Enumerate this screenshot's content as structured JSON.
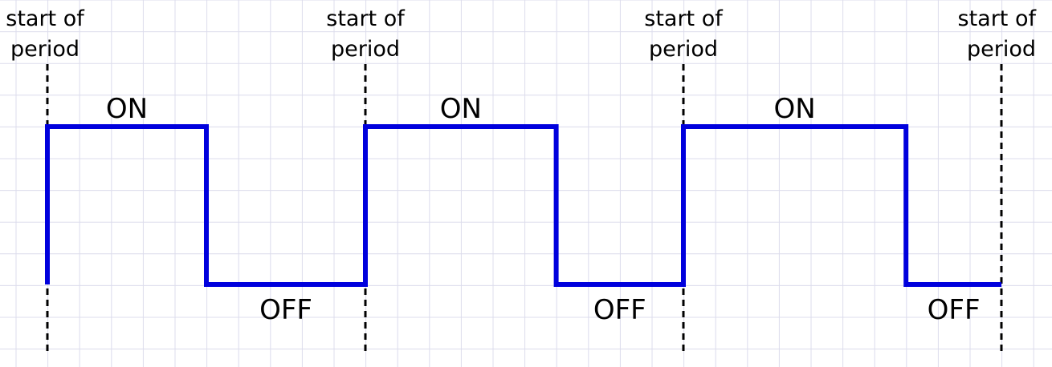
{
  "colors": {
    "waveform": "#0000dd",
    "grid": "#dcdcec",
    "marker": "#000000",
    "background": "#ffffff"
  },
  "period_markers": [
    {
      "line1": "start of",
      "line2": "period"
    },
    {
      "line1": "start of",
      "line2": "period"
    },
    {
      "line1": "start of",
      "line2": "period"
    },
    {
      "line1": "start of",
      "line2": "period"
    }
  ],
  "segments": [
    {
      "on_label": "ON",
      "off_label": "OFF",
      "duty_cycle": 0.5
    },
    {
      "on_label": "ON",
      "off_label": "OFF",
      "duty_cycle": 0.6
    },
    {
      "on_label": "ON",
      "off_label": "OFF",
      "duty_cycle": 0.7
    }
  ]
}
